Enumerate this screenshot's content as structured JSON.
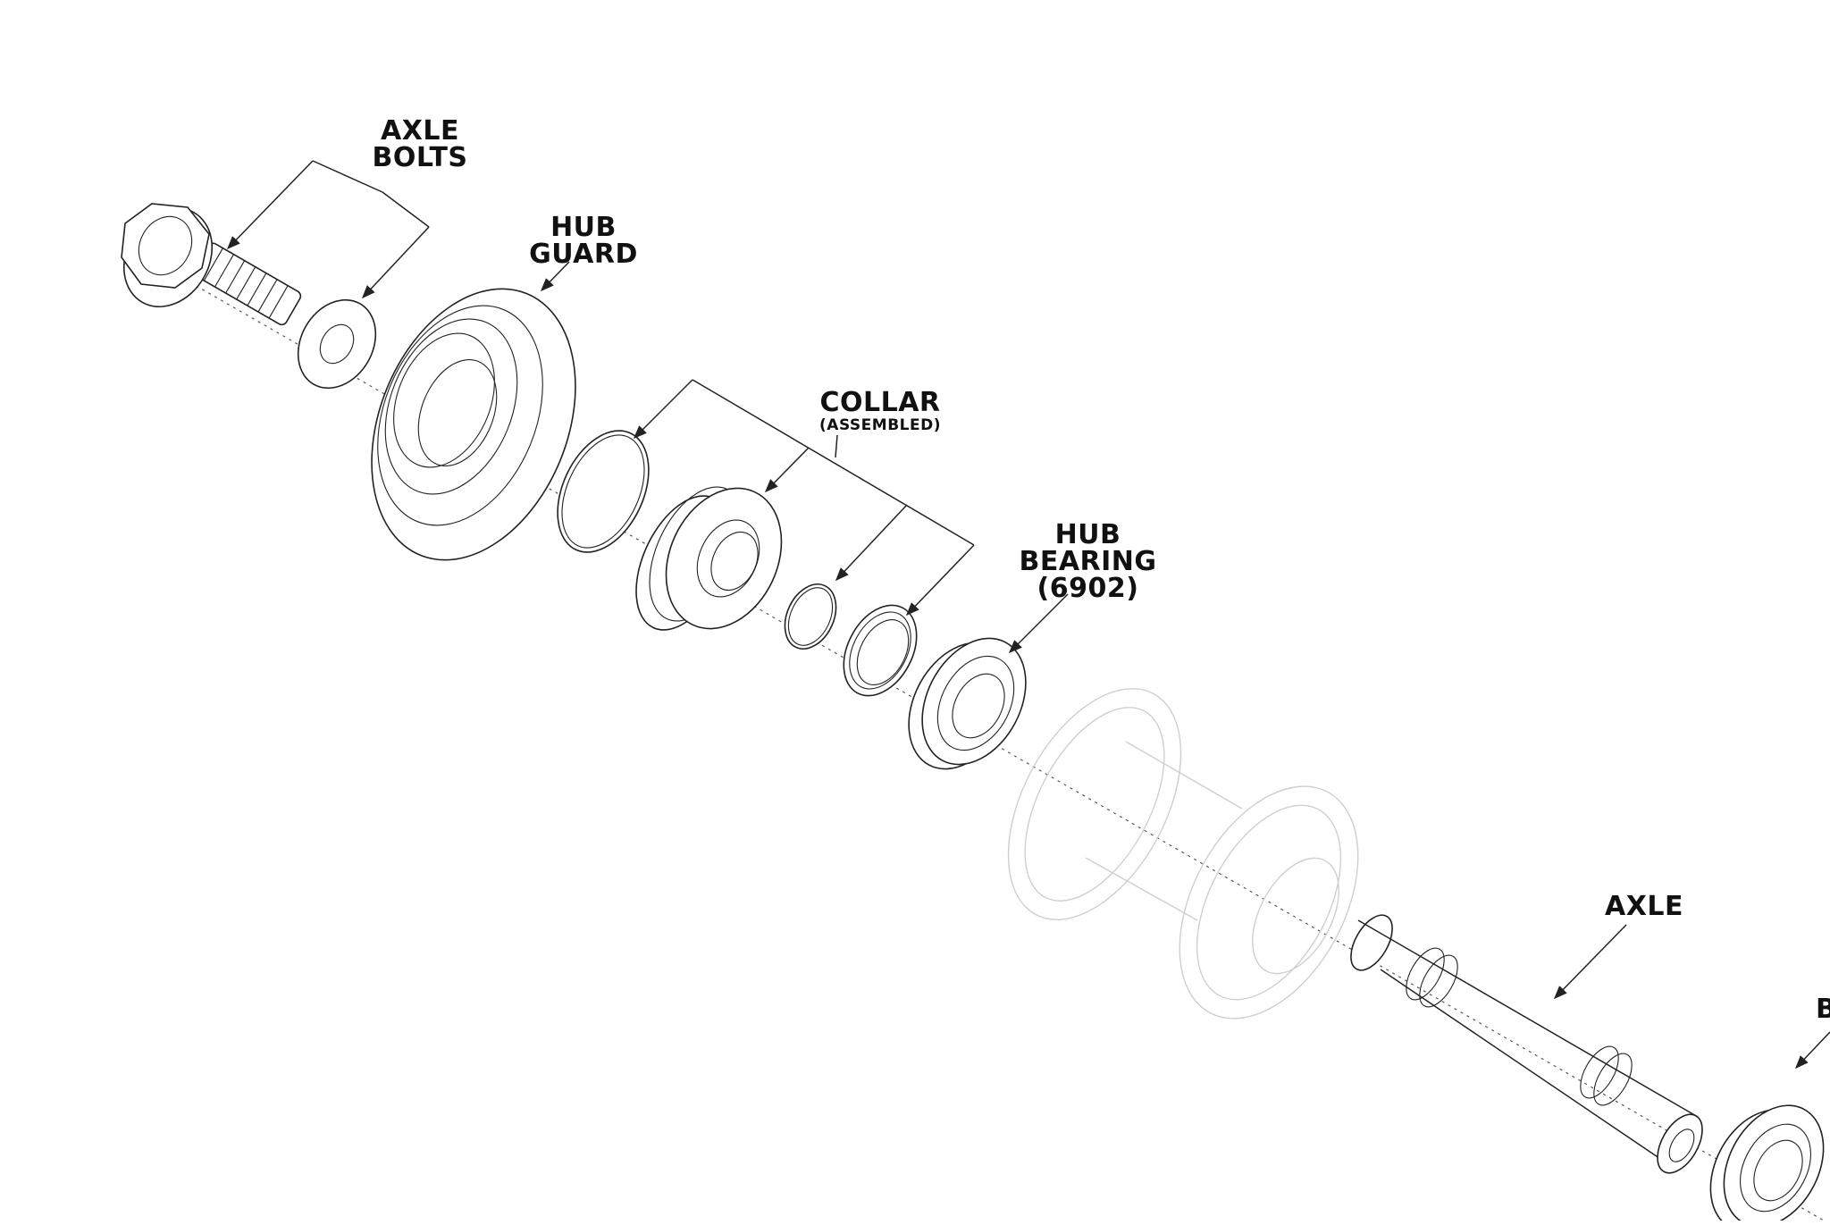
{
  "labels": {
    "axle_bolts": [
      "AXLE",
      "BOLTS"
    ],
    "hub_guard": [
      "HUB",
      "GUARD"
    ],
    "collar": "COLLAR",
    "collar_sub": "(ASSEMBLED)",
    "hub_bearing": [
      "HUB",
      "BEARING",
      "(6902)"
    ],
    "axle": "AXLE",
    "cut_off": "B"
  }
}
